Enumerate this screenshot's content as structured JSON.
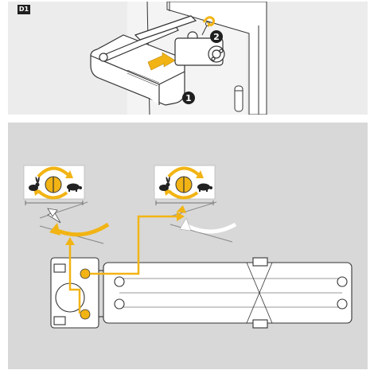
{
  "step": {
    "label": "D1"
  },
  "callouts": [
    {
      "number": "1"
    },
    {
      "number": "2"
    }
  ],
  "speed_cards": [
    {
      "fast_icon": "rabbit-icon",
      "slow_icon": "turtle-icon",
      "scale_marks": [
        "",
        "",
        ""
      ]
    },
    {
      "fast_icon": "rabbit-icon",
      "slow_icon": "turtle-icon",
      "scale_marks": [
        "",
        "",
        ""
      ]
    }
  ],
  "colors": {
    "accent": "#f2b414",
    "outline": "#333333",
    "panel_top": "#ececec",
    "panel_bottom": "#d8d8d8",
    "callout": "#1f1f1f"
  }
}
